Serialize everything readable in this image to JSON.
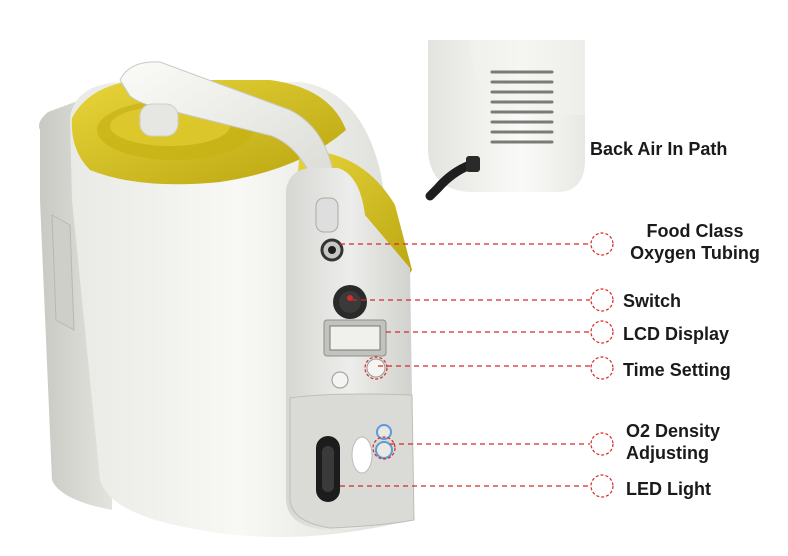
{
  "colors": {
    "body_white": "#f3f3f0",
    "accent_yellow": "#d9c21a",
    "panel_grey": "#e4e4e2",
    "callout_red": "#d42a2a",
    "cord_black": "#1e1e1e"
  },
  "callouts": {
    "back_air": "Back Air In Path",
    "tubing_line1": "Food Class",
    "tubing_line2": "Oxygen Tubing",
    "switch": "Switch",
    "lcd": "LCD Display",
    "time": "Time Setting",
    "o2_line1": "O2 Density",
    "o2_line2": "Adjusting",
    "led": "LED Light"
  }
}
